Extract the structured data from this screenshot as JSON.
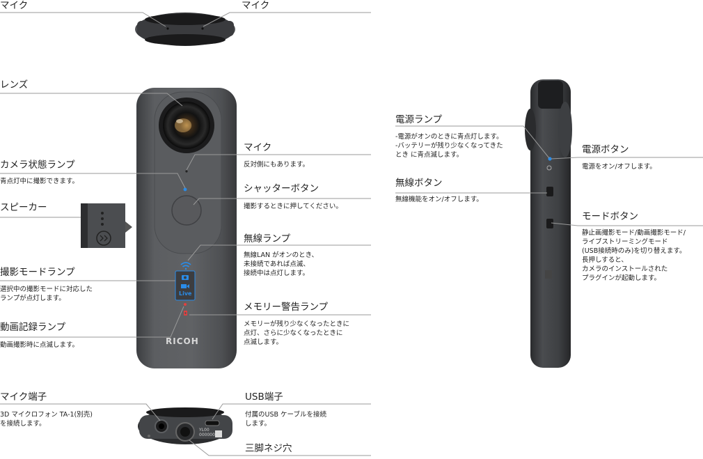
{
  "labels": {
    "mic_top_left": "マイク",
    "mic_top_right": "マイク",
    "lens": "レンズ",
    "camera_status_lamp": "カメラ状態ランプ",
    "camera_status_desc": "青点灯中に撮影できます。",
    "speaker": "スピーカー",
    "shooting_mode_lamp": "撮影モードランプ",
    "shooting_mode_desc": "選択中の撮影モードに対応した\nランプが点灯します。",
    "video_lamp": "動画記録ランプ",
    "video_lamp_desc": "動画撮影時に点滅します。",
    "mic": "マイク",
    "mic_desc": "反対側にもあります。",
    "shutter": "シャッターボタン",
    "shutter_desc": "撮影するときに押してください。",
    "wireless_lamp": "無線ランプ",
    "wireless_lamp_desc": "無線LAN がオンのとき、\n未接続であれば点滅、\n接続中は点灯します。",
    "memory_lamp": "メモリー警告ランプ",
    "memory_lamp_desc": "メモリーが残り少なくなったときに\n点灯、さらに少なくなったときに\n点滅します。",
    "mic_terminal": "マイク端子",
    "mic_terminal_desc": "3D マイクロフォン TA-1(別売)\nを接続します。",
    "usb_terminal": "USB端子",
    "usb_terminal_desc": "付属のUSB ケーブルを接続\nします。",
    "tripod": "三脚ネジ穴",
    "power_lamp": "電源ランプ",
    "power_lamp_desc": "-電源がオンのときに青点灯します。\n-バッテリーが残り少なくなってきた\n とき に青点滅します。",
    "wireless_button": "無線ボタン",
    "wireless_button_desc": "無線機能をオン/オフします。",
    "power_button": "電源ボタン",
    "power_button_desc": "電源をオン/オフします。",
    "mode_button": "モードボタン",
    "mode_button_desc": "静止画撮影モード/動画撮影モード/\nライブストリーミングモード\n(USB接続時のみ)を切り替えます。\n長押しすると、\nカメラのインストールされた\nプラグインが起動します。"
  },
  "camera": {
    "logo": "RICOH",
    "live_text": "Live",
    "bottom_code": "YL00\n000000"
  },
  "colors": {
    "body": "#55575a",
    "lamp_blue": "#2a8ce8",
    "lamp_red": "#e04040",
    "rule": "#9a9a9a"
  }
}
